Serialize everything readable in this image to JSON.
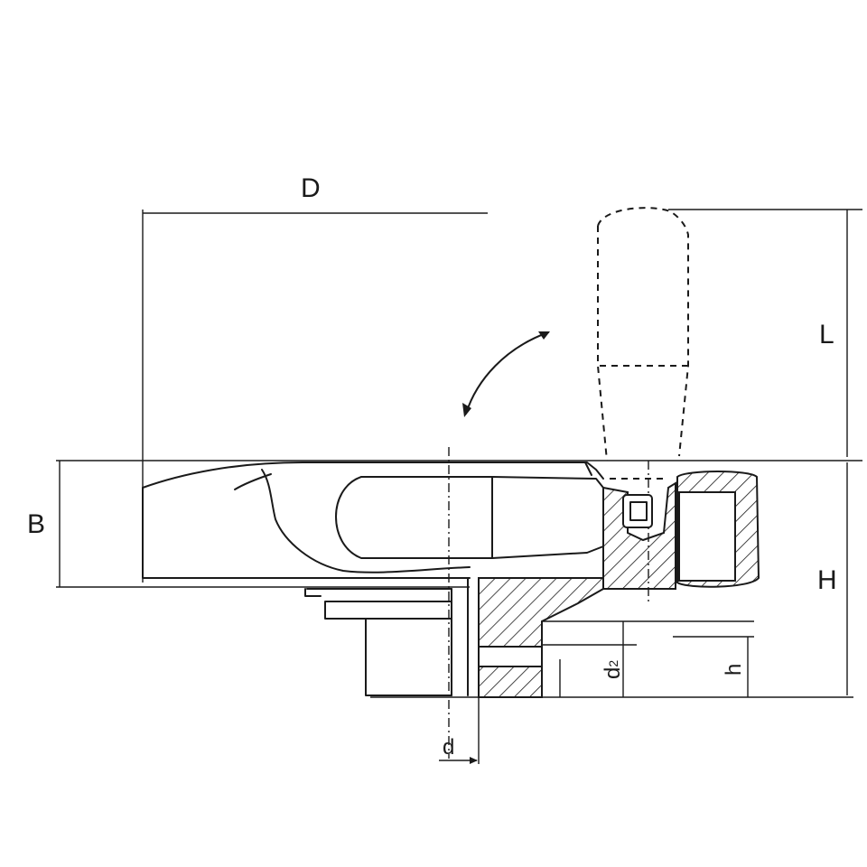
{
  "figure": {
    "line_color": "#1a1a1a",
    "background": "#ffffff"
  },
  "labels": {
    "D": "D",
    "L": "L",
    "B": "B",
    "H": "H",
    "h": "h",
    "d": "d",
    "d2_main": "d",
    "d2_sub": "2"
  }
}
